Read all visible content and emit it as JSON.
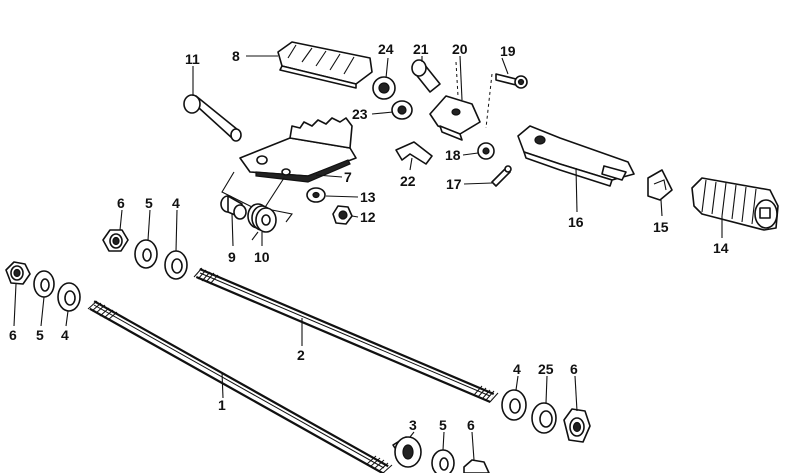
{
  "labels": {
    "l1": "1",
    "l2": "2",
    "l3": "3",
    "l4a": "4",
    "l4b": "4",
    "l4c": "4",
    "l5a": "5",
    "l5b": "5",
    "l5c": "5",
    "l6a": "6",
    "l6b": "6",
    "l6c": "6",
    "l6d": "6",
    "l7": "7",
    "l8": "8",
    "l9": "9",
    "l10": "10",
    "l11": "11",
    "l12": "12",
    "l13": "13",
    "l14": "14",
    "l15": "15",
    "l16": "16",
    "l17": "17",
    "l18": "18",
    "l19": "19",
    "l20": "20",
    "l21": "21",
    "l22": "22",
    "l23": "23",
    "l24": "24",
    "l25": "25"
  }
}
